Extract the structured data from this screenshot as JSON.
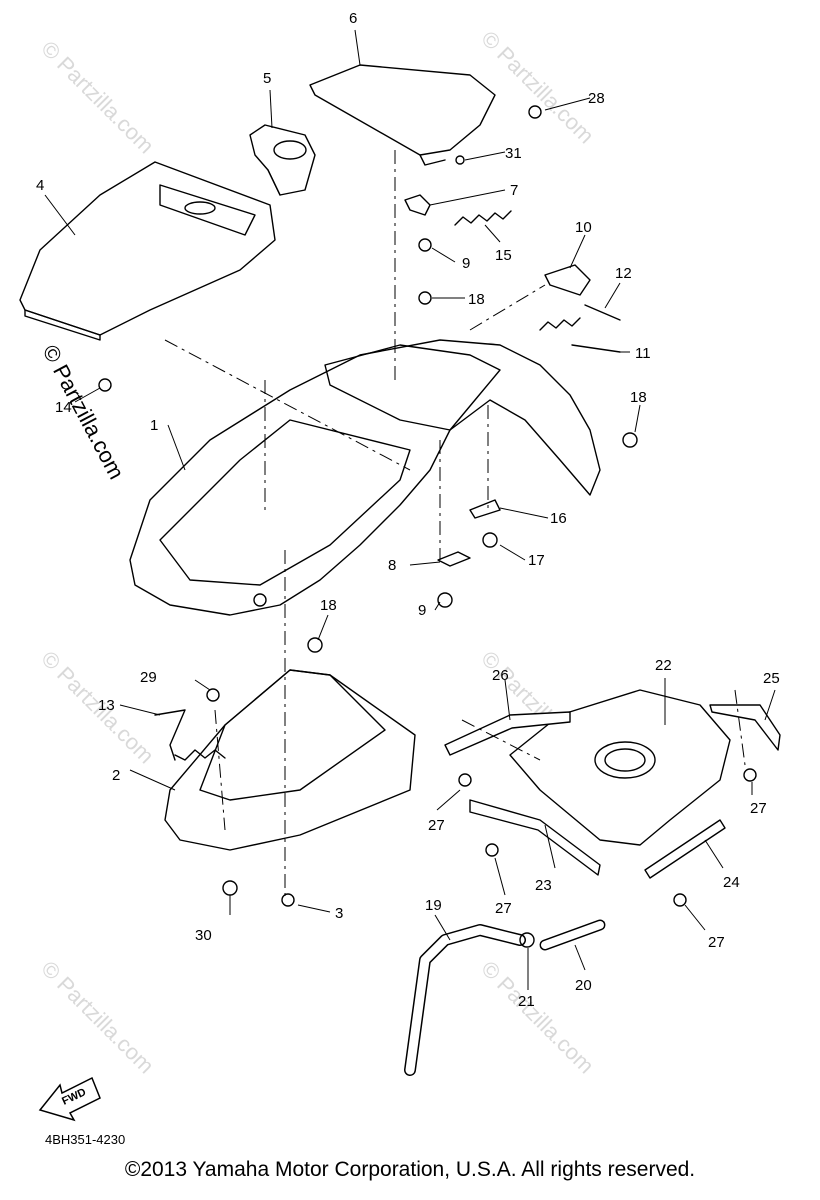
{
  "diagram": {
    "document_id": "4BH351-4230",
    "copyright": "©2013 Yamaha Motor Corporation, U.S.A. All rights reserved.",
    "watermark": "© Partzilla.com",
    "direction_label": "FWD",
    "callouts": {
      "c1": "1",
      "c2": "2",
      "c3": "3",
      "c4": "4",
      "c5": "5",
      "c6": "6",
      "c7": "7",
      "c8": "8",
      "c9a": "9",
      "c9b": "9",
      "c10": "10",
      "c11": "11",
      "c12": "12",
      "c13": "13",
      "c14": "14",
      "c15": "15",
      "c16": "16",
      "c17": "17",
      "c18a": "18",
      "c18b": "18",
      "c18c": "18",
      "c19": "19",
      "c20": "20",
      "c21": "21",
      "c22": "22",
      "c23": "23",
      "c24": "24",
      "c25": "25",
      "c26": "26",
      "c27a": "27",
      "c27b": "27",
      "c27c": "27",
      "c27d": "27",
      "c28": "28",
      "c29": "29",
      "c30": "30",
      "c31": "31"
    }
  }
}
